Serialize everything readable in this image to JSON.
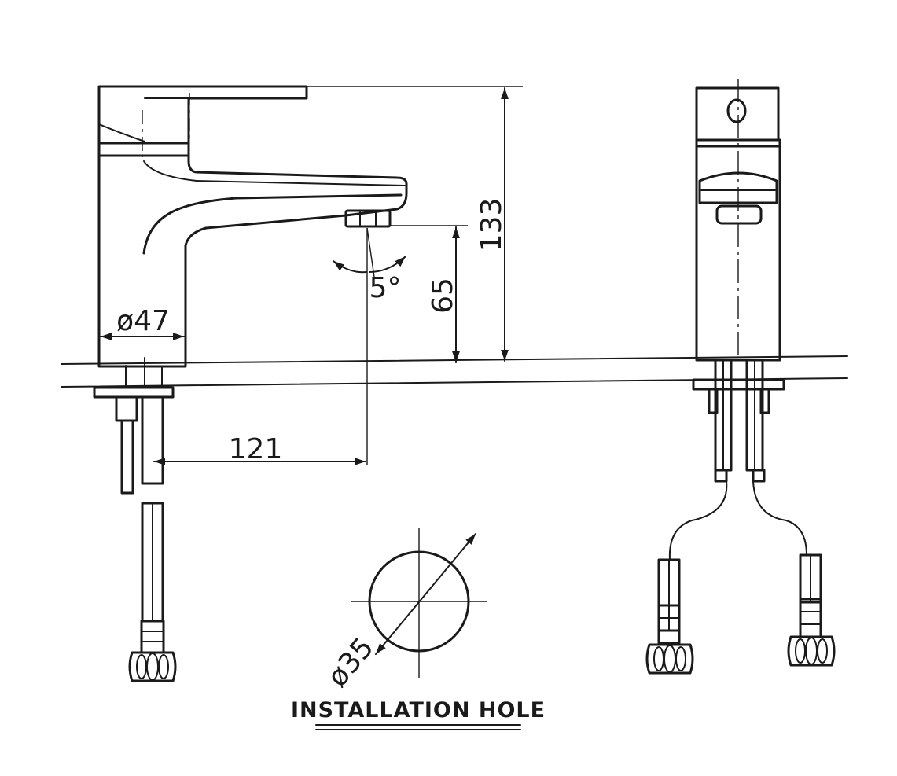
{
  "dimensions": {
    "total_height": "133",
    "spout_height": "65",
    "spout_reach": "121",
    "base_diameter": "ø47",
    "angle": "5°",
    "hole_diameter": "ø35"
  },
  "caption": "INSTALLATION HOLE",
  "colors": {
    "line": "#1a1a1a",
    "background": "#ffffff"
  }
}
